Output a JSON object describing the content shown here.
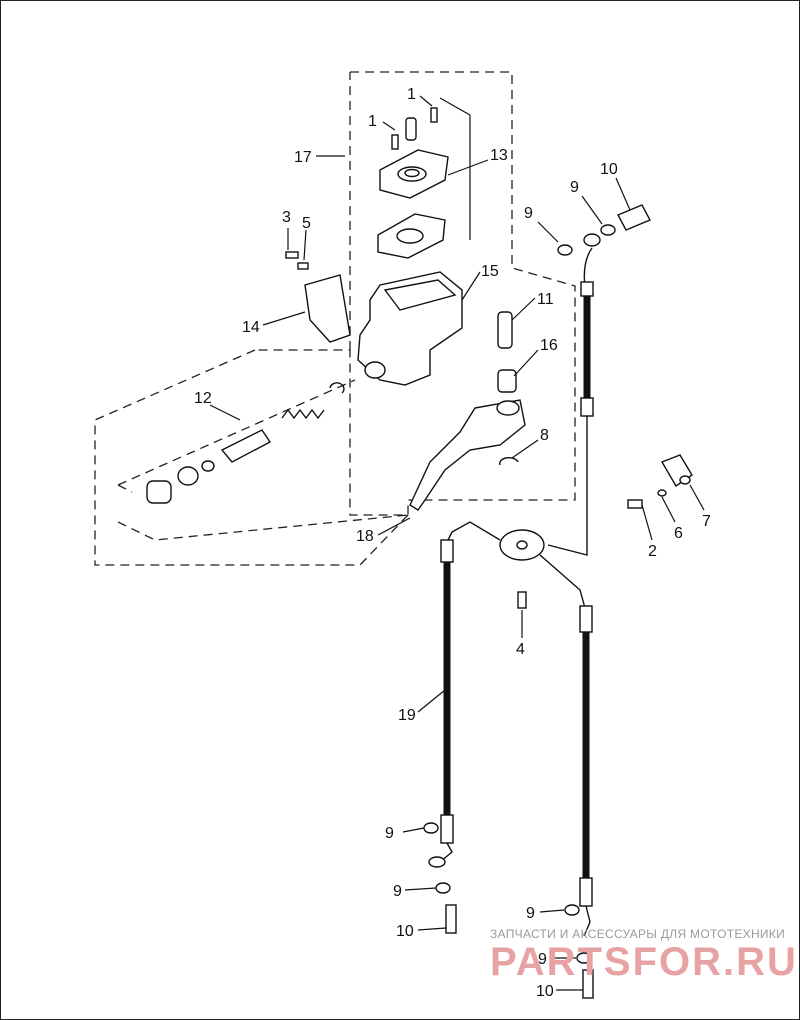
{
  "callouts": {
    "c1a": "1",
    "c1b": "1",
    "c2": "2",
    "c3": "3",
    "c4": "4",
    "c5": "5",
    "c6": "6",
    "c7": "7",
    "c8": "8",
    "c9a": "9",
    "c9b": "9",
    "c9c": "9",
    "c9d": "9",
    "c9e": "9",
    "c9f": "9",
    "c10a": "10",
    "c10b": "10",
    "c10c": "10",
    "c11": "11",
    "c12": "12",
    "c13": "13",
    "c14": "14",
    "c15": "15",
    "c16": "16",
    "c17": "17",
    "c18": "18",
    "c19": "19"
  },
  "watermark": {
    "subtitle": "ЗАПЧАСТИ И АКСЕССУАРЫ ДЛЯ МОТОТЕХНИКИ",
    "brand": "PARTSFOR.RU"
  },
  "colors": {
    "line": "#111111",
    "watermark_brand": "#e7a3a3",
    "watermark_text": "#9a9a9a"
  }
}
